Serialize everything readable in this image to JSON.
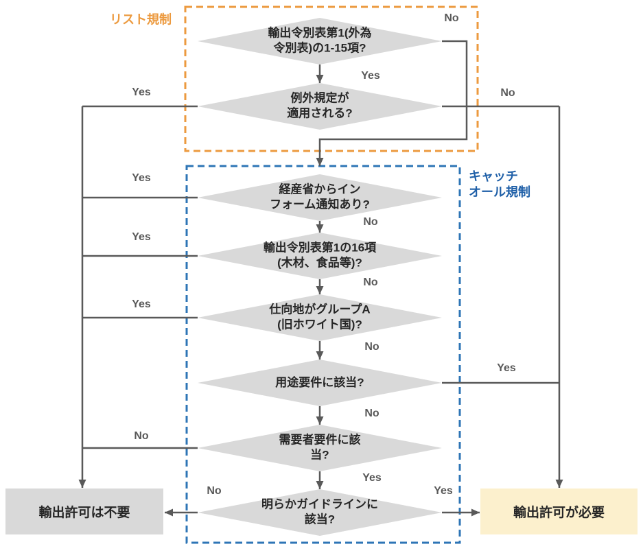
{
  "regions": {
    "list": {
      "label": "リスト規制",
      "color": "#EC9A3F"
    },
    "catchall": {
      "label": "キャッチ\nオール規制",
      "color": "#2E75B6"
    }
  },
  "nodes": {
    "n1": {
      "label": "輸出令別表第1(外為\n令別表)の1-15項?"
    },
    "n2": {
      "label": "例外規定が\n適用される?"
    },
    "n3": {
      "label": "経産省からイン\nフォーム通知あり?"
    },
    "n4": {
      "label": "輸出令別表第1の16項\n(木材、食品等)?"
    },
    "n5": {
      "label": "仕向地がグループA\n(旧ホワイト国)?"
    },
    "n6": {
      "label": "用途要件に該当?"
    },
    "n7": {
      "label": "需要者要件に該\n当?"
    },
    "n8": {
      "label": "明らかガイドラインに\n該当?"
    }
  },
  "terminals": {
    "not_required": {
      "label": "輸出許可は不要",
      "fill": "#D9D9D9"
    },
    "required": {
      "label": "輸出許可が必要",
      "fill": "#FCF0CD"
    }
  },
  "edge_labels": {
    "n1_yes": "Yes",
    "n1_no": "No",
    "n2_yes": "Yes",
    "n2_no": "No",
    "n3_yes": "Yes",
    "n3_no": "No",
    "n4_yes": "Yes",
    "n4_no": "No",
    "n5_yes": "Yes",
    "n5_no": "No",
    "n6_yes": "Yes",
    "n6_no": "No",
    "n7_yes": "Yes",
    "n7_no": "No",
    "n8_yes": "Yes",
    "n8_no": "No"
  },
  "colors": {
    "diamond_fill": "#D9D9D9",
    "connector_line": "#595959",
    "list_region_dash": "#EC9A3F",
    "catchall_region_dash": "#2E75B6",
    "required_fill": "#FCF0CD",
    "not_required_fill": "#D9D9D9"
  }
}
